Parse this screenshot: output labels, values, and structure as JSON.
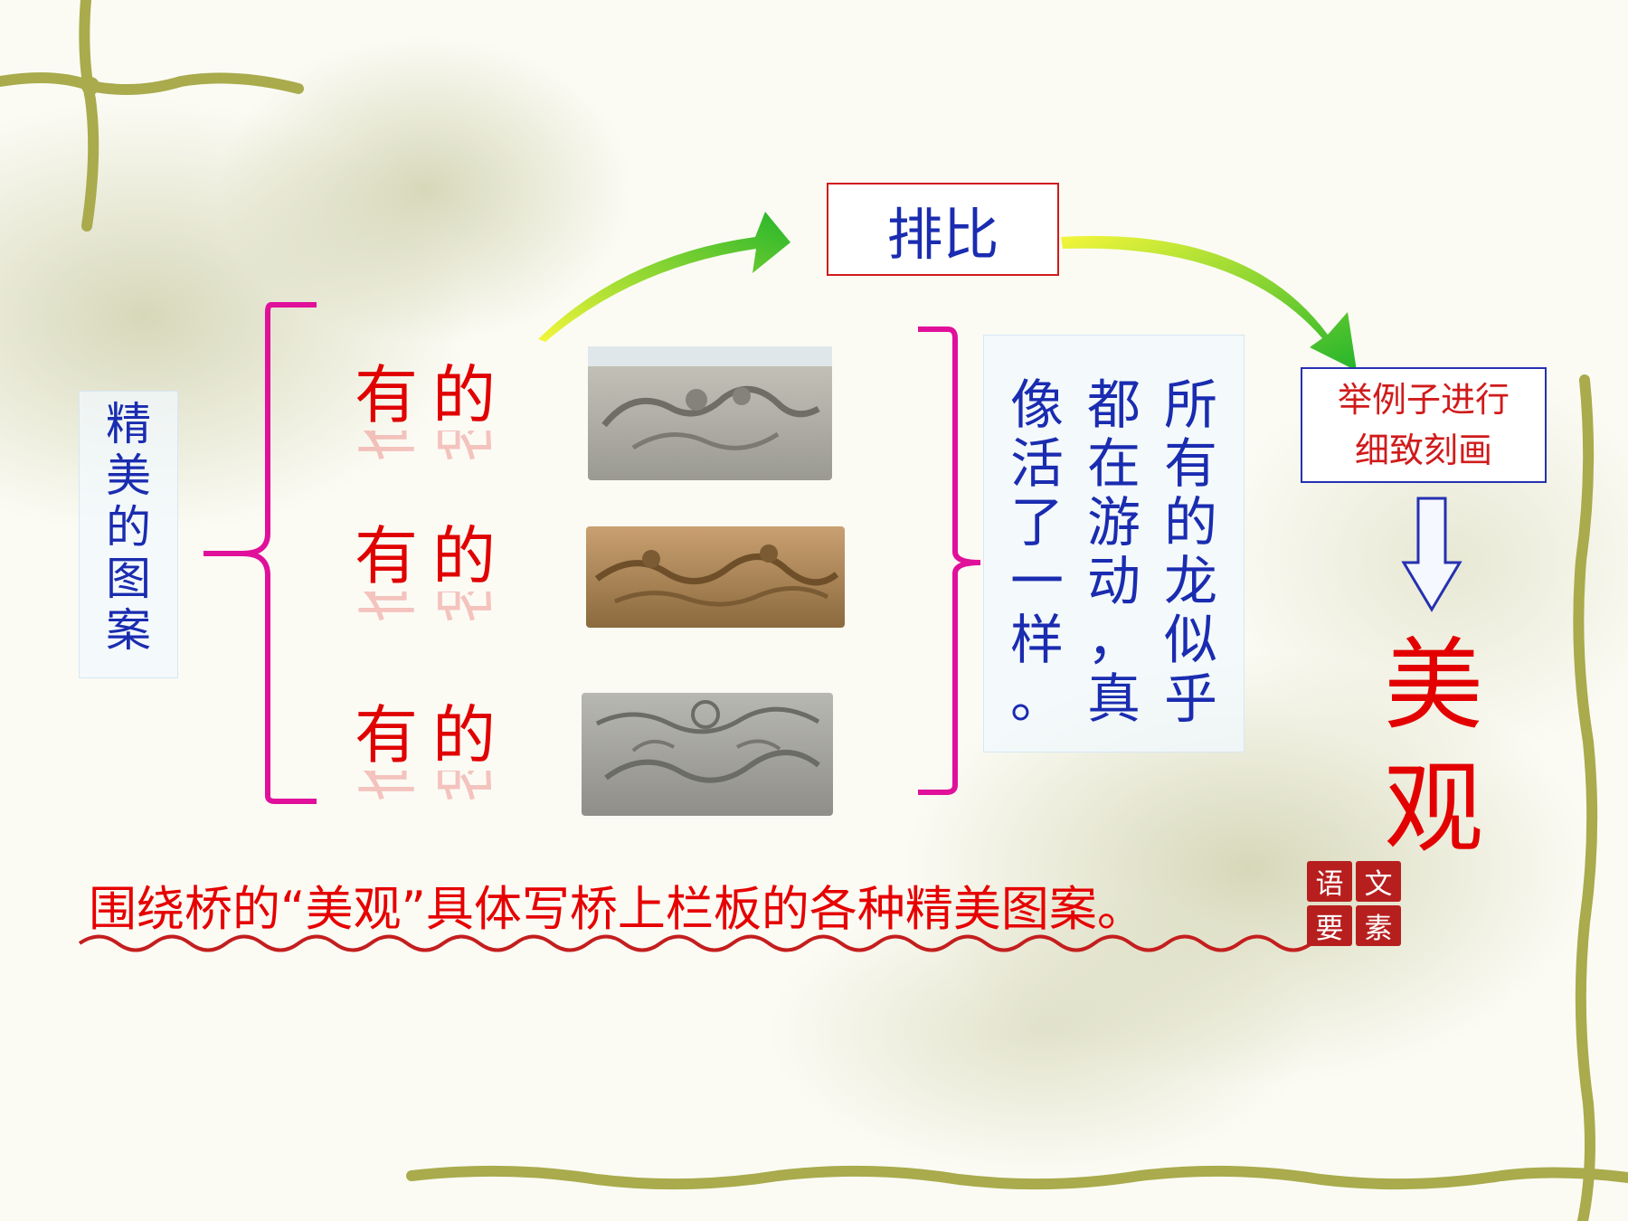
{
  "topic": "精美的图案",
  "pattern_label": "有的",
  "quote": "所有的龙似乎都在游动，真像活了一样。",
  "technique": "排比",
  "method": "举例子进行细致刻画",
  "method_lines": [
    "举例子进行",
    "细致刻画"
  ],
  "result": "美观",
  "summary": "围绕桥的“美观”具体写桥上栏板的各种精美图案。",
  "seal": [
    "语",
    "文",
    "要",
    "素"
  ],
  "colors": {
    "text_blue": "#1a2cb0",
    "text_red": "#e00000",
    "bracket_magenta": "#e0109a",
    "arrow_gradient": [
      "#ecf034",
      "#27b82d"
    ],
    "down_arrow_stroke": "#2531b0",
    "seal_red": "#b71f1f"
  },
  "icons": [
    "dragon-carving-image",
    "dragon-carving-image",
    "dragon-carving-image",
    "curved-arrow",
    "curved-arrow",
    "down-arrow",
    "brace-left",
    "brace-right",
    "wave-underline",
    "bamboo-border"
  ]
}
